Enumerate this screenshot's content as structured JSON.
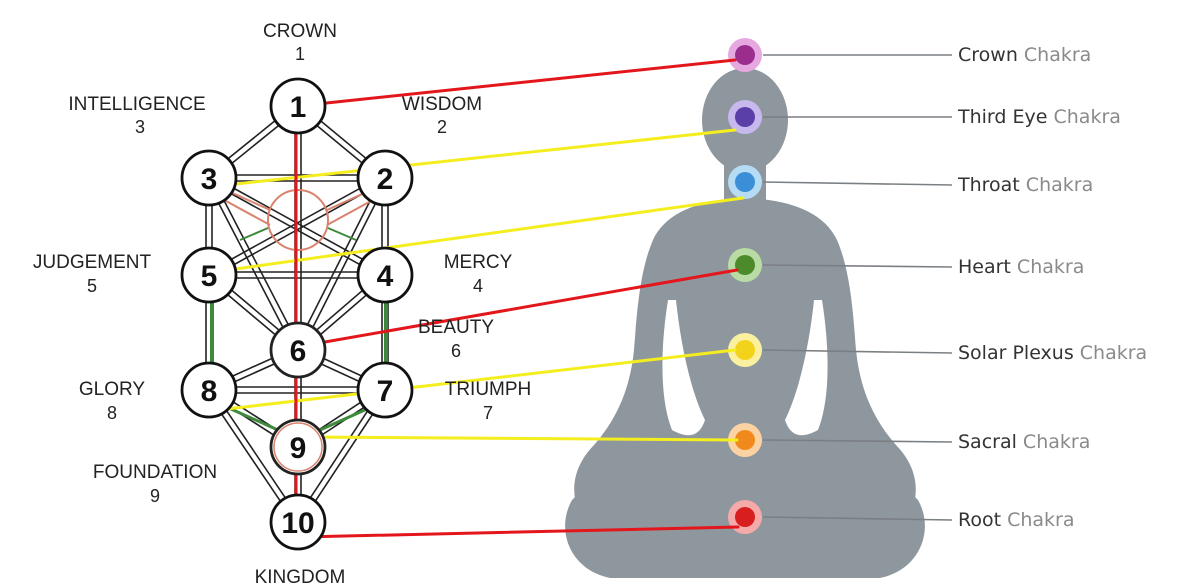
{
  "tree": {
    "sephirot": [
      {
        "id": 1,
        "number": "1",
        "name": "CROWN",
        "name_number": "1"
      },
      {
        "id": 2,
        "number": "2",
        "name": "WISDOM",
        "name_number": "2"
      },
      {
        "id": 3,
        "number": "3",
        "name": "INTELLIGENCE",
        "name_number": "3"
      },
      {
        "id": 4,
        "number": "4",
        "name": "MERCY",
        "name_number": "4"
      },
      {
        "id": 5,
        "number": "5",
        "name": "JUDGEMENT",
        "name_number": "5"
      },
      {
        "id": 6,
        "number": "6",
        "name": "BEAUTY",
        "name_number": "6"
      },
      {
        "id": 7,
        "number": "7",
        "name": "TRIUMPH",
        "name_number": "7"
      },
      {
        "id": 8,
        "number": "8",
        "name": "GLORY",
        "name_number": "8"
      },
      {
        "id": 9,
        "number": "9",
        "name": "FOUNDATION",
        "name_number": "9"
      },
      {
        "id": 10,
        "number": "10",
        "name": "KINGDOM",
        "name_number": ""
      }
    ]
  },
  "chakras": [
    {
      "id": "crown",
      "bold": "Crown",
      "rest": " Chakra",
      "color": "#9b2d8f",
      "glow": "#e6a8e0"
    },
    {
      "id": "third-eye",
      "bold": "Third Eye",
      "rest": " Chakra",
      "color": "#5b3fa8",
      "glow": "#c7b8ee"
    },
    {
      "id": "throat",
      "bold": "Throat",
      "rest": " Chakra",
      "color": "#3a8fd6",
      "glow": "#b6dcf5"
    },
    {
      "id": "heart",
      "bold": "Heart",
      "rest": " Chakra",
      "color": "#4c8a2c",
      "glow": "#b9dca4"
    },
    {
      "id": "solar-plexus",
      "bold": "Solar Plexus",
      "rest": " Chakra",
      "color": "#f2d21a",
      "glow": "#fbefa0"
    },
    {
      "id": "sacral",
      "bold": "Sacral",
      "rest": " Chakra",
      "color": "#f08a1c",
      "glow": "#fbd3a3"
    },
    {
      "id": "root",
      "bold": "Root",
      "rest": " Chakra",
      "color": "#d81e1e",
      "glow": "#f5aaaa"
    }
  ],
  "connections": [
    {
      "from": 1,
      "to": "crown",
      "color": "red"
    },
    {
      "from": 3,
      "to": "third-eye",
      "color": "yellow"
    },
    {
      "from": 5,
      "to": "throat",
      "color": "yellow"
    },
    {
      "from": 6,
      "to": "heart",
      "color": "red"
    },
    {
      "from": 8,
      "to": "solar-plexus",
      "color": "yellow"
    },
    {
      "from": 9,
      "to": "sacral",
      "color": "yellow"
    },
    {
      "from": 10,
      "to": "root",
      "color": "red"
    }
  ],
  "colors": {
    "red_line": "#e3161c",
    "yellow_line": "#f4ee1f",
    "silhouette": "#8e979e",
    "leader_line": "#7a7f83",
    "path_green": "#3d8a3d",
    "path_salmon": "#d9826d",
    "label_bold": "#333333",
    "label_light": "#8a8a8a"
  }
}
